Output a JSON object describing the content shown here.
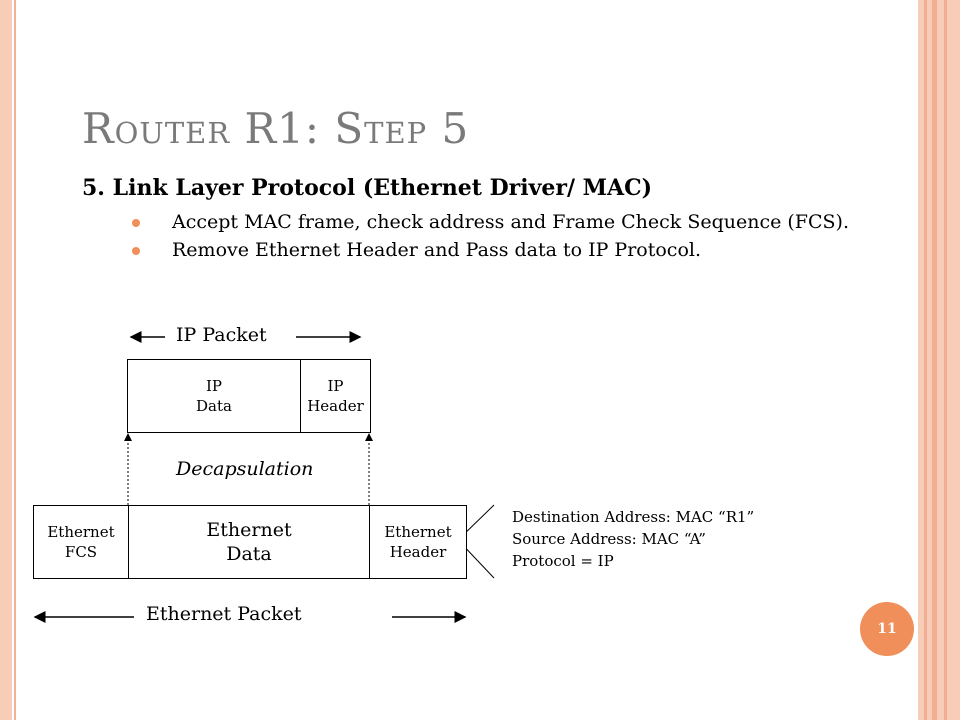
{
  "slide": {
    "title": "Router R1: Step 5",
    "subheading": "5. Link Layer Protocol (Ethernet Driver/ MAC)",
    "bullets": [
      "Accept MAC frame, check  address and Frame Check Sequence (FCS).",
      "Remove Ethernet Header and Pass data to IP Protocol."
    ],
    "page_number": "11"
  },
  "diagram": {
    "ip_packet_label": "IP Packet",
    "ip_data": [
      "IP",
      "Data"
    ],
    "ip_header": [
      "IP",
      "Header"
    ],
    "decapsulation": "Decapsulation",
    "ethernet_fcs": [
      "Ethernet",
      "FCS"
    ],
    "ethernet_data": [
      "Ethernet",
      "Data"
    ],
    "ethernet_header": [
      "Ethernet",
      "Header"
    ],
    "ethernet_packet_label": "Ethernet Packet",
    "header_details": [
      "Destination Address: MAC “R1”",
      "Source Address: MAC “A”",
      "Protocol = IP"
    ]
  },
  "colors": {
    "accent": "#f08f5a",
    "frame": "#f7cdb8",
    "title": "#7a7a7a"
  }
}
